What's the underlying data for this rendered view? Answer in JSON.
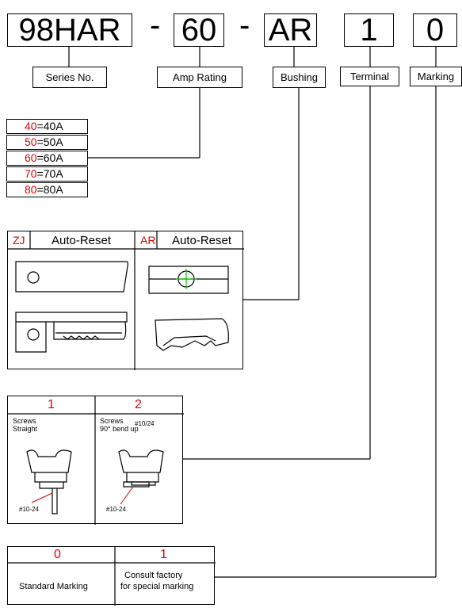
{
  "part_number": {
    "series": "98HAR",
    "sep1": "-",
    "amp": "60",
    "sep2": "-",
    "bushing": "AR",
    "terminal": "1",
    "marking": "0"
  },
  "labels": {
    "series": "Series No.",
    "amp": "Amp Rating",
    "bushing": "Bushing",
    "terminal": "Terminal",
    "marking": "Marking"
  },
  "amp_options": [
    {
      "code": "40",
      "value": "=40A"
    },
    {
      "code": "50",
      "value": "=50A"
    },
    {
      "code": "60",
      "value": "=60A"
    },
    {
      "code": "70",
      "value": "=70A"
    },
    {
      "code": "80",
      "value": "=80A"
    }
  ],
  "bushing_options": [
    {
      "code": "ZJ",
      "name": "Auto-Reset"
    },
    {
      "code": "AR",
      "name": "Auto-Reset"
    }
  ],
  "terminal_options": [
    {
      "code": "1",
      "line1": "Screws",
      "line2": "Straight",
      "extra": "",
      "thread": "#10-24"
    },
    {
      "code": "2",
      "line1": "Screws",
      "line2": "90° bend  up",
      "extra": "#10/24",
      "thread": "#10-24"
    }
  ],
  "marking_options": [
    {
      "code": "0",
      "line1": "Standard Marking",
      "line2": ""
    },
    {
      "code": "1",
      "line1": "Consult factory",
      "line2": "for special marking"
    }
  ],
  "colors": {
    "accent": "#e00000",
    "highlight": "#00cc00"
  }
}
